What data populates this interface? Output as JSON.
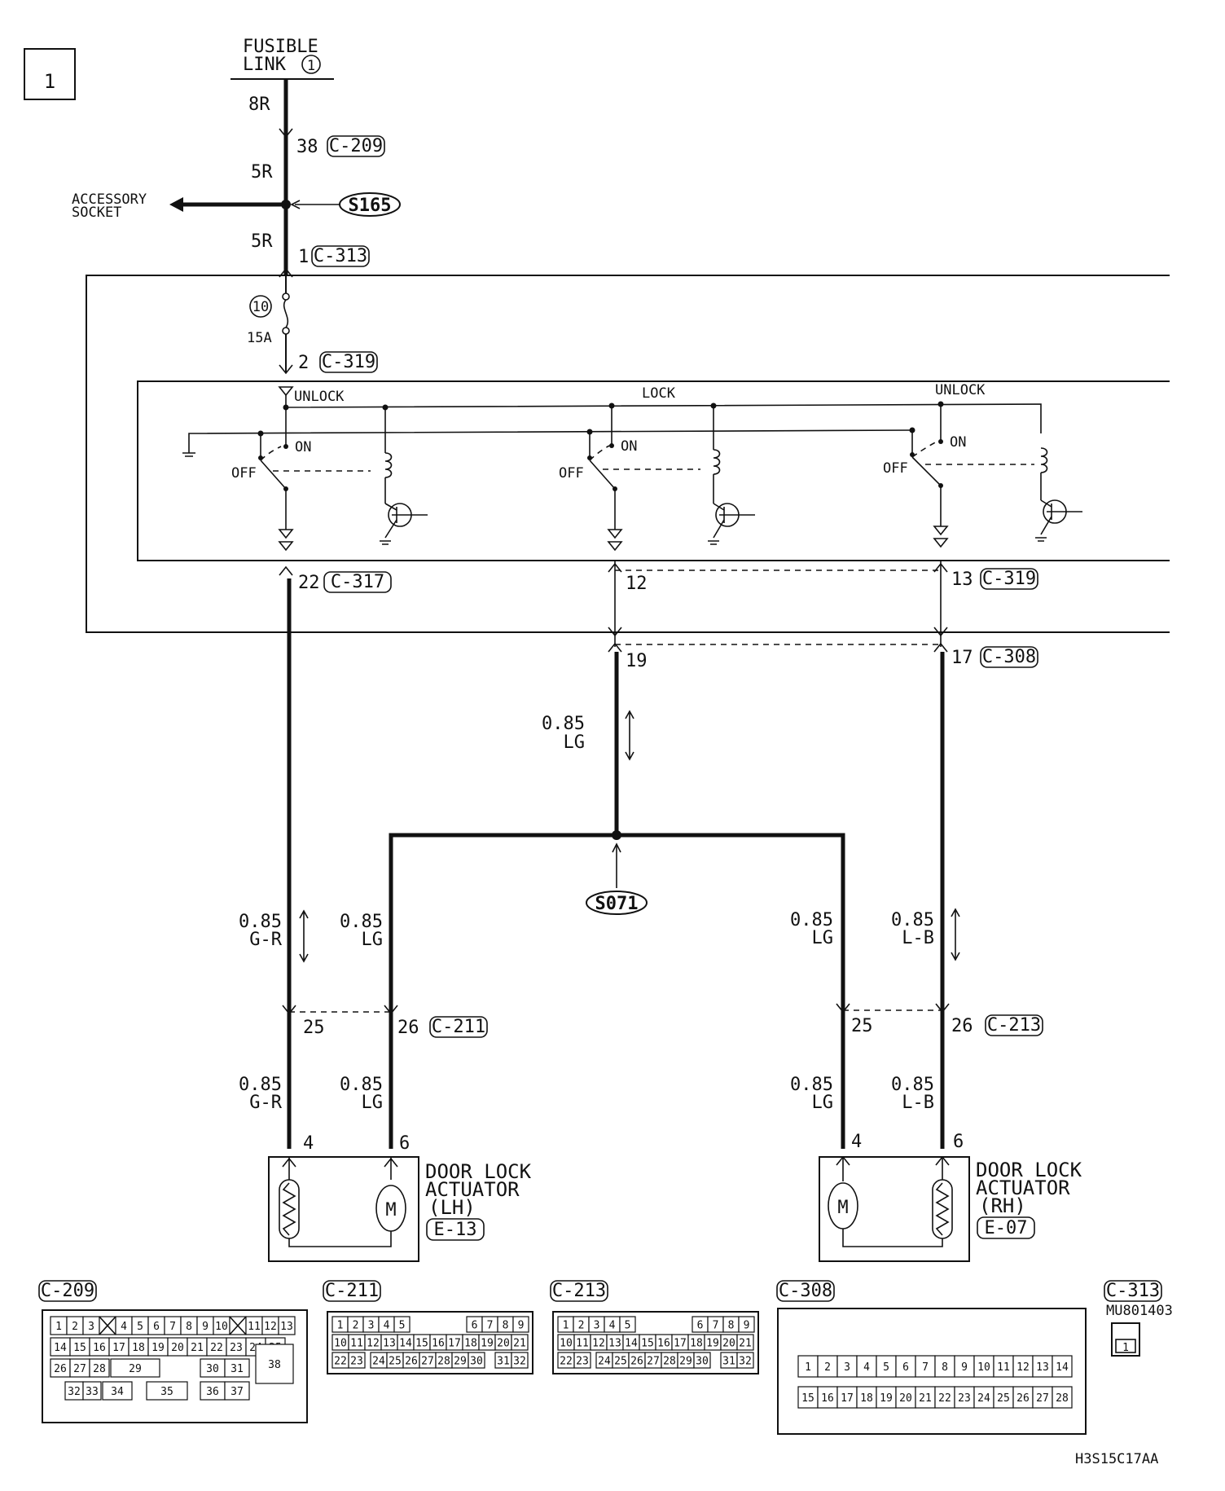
{
  "page_number": "1",
  "fusible_link": {
    "line1": "FUSIBLE",
    "line2": "LINK",
    "num": "1"
  },
  "fuse": {
    "num": "10",
    "rating": "15A"
  },
  "splices": {
    "s165": "S165",
    "s071": "S071"
  },
  "accessory": {
    "line1": "ACCESSORY",
    "line2": "SOCKET"
  },
  "wires": {
    "w8r": "8R",
    "w5r_a": "5R",
    "w5r_b": "5R",
    "gr_size": "0.85",
    "gr_color": "G-R",
    "lg_size": "0.85",
    "lg_color": "LG",
    "lb_size": "0.85",
    "lb_color": "L-B"
  },
  "pins": {
    "p38": "38",
    "p1": "1",
    "p2": "2",
    "p22": "22",
    "p12": "12",
    "p13": "13",
    "p19": "19",
    "p17": "17",
    "p25a": "25",
    "p26a": "26",
    "p25b": "25",
    "p26b": "26",
    "p4a": "4",
    "p6a": "6",
    "p4b": "4",
    "p6b": "6"
  },
  "connectors": {
    "c209": "C-209",
    "c313": "C-313",
    "c319a": "C-319",
    "c317": "C-317",
    "c319b": "C-319",
    "c308": "C-308",
    "c211": "C-211",
    "c213": "C-213"
  },
  "switch_labels": {
    "unlock_left": "UNLOCK",
    "lock": "LOCK",
    "unlock_right": "UNLOCK",
    "on": "ON",
    "off": "OFF"
  },
  "actuators": {
    "lh": {
      "line1": "DOOR LOCK",
      "line2": "ACTUATOR",
      "line3": "(LH)",
      "conn": "E-13"
    },
    "rh": {
      "line1": "DOOR LOCK",
      "line2": "ACTUATOR",
      "line3": "(RH)",
      "conn": "E-07"
    }
  },
  "views": {
    "c209": "C-209",
    "c211": "C-211",
    "c213": "C-213",
    "c308": "C-308",
    "c313": "C-313",
    "c313_part": "MU801403",
    "c313_pin": "1",
    "c209_rows": [
      [
        "1",
        "2",
        "3",
        "",
        "4",
        "5",
        "6",
        "7",
        "8",
        "9",
        "10",
        "",
        "11",
        "12",
        "13"
      ],
      [
        "14",
        "15",
        "16",
        "17",
        "18",
        "19",
        "20",
        "21",
        "22",
        "23",
        "24",
        "25"
      ],
      [
        "26",
        "27",
        "28",
        "29",
        "30",
        "31"
      ],
      [
        "32",
        "33",
        "34",
        "35",
        "36",
        "37"
      ],
      [
        "38"
      ]
    ],
    "c211_rows": [
      [
        "1",
        "2",
        "3",
        "4",
        "5",
        "6",
        "7",
        "8",
        "9"
      ],
      [
        "10",
        "11",
        "12",
        "13",
        "14",
        "15",
        "16",
        "17",
        "18",
        "19",
        "20",
        "21"
      ],
      [
        "22",
        "23",
        "24",
        "25",
        "26",
        "27",
        "28",
        "29",
        "30",
        "31",
        "32"
      ]
    ],
    "c213_rows": [
      [
        "1",
        "2",
        "3",
        "4",
        "5",
        "6",
        "7",
        "8",
        "9"
      ],
      [
        "10",
        "11",
        "12",
        "13",
        "14",
        "15",
        "16",
        "17",
        "18",
        "19",
        "20",
        "21"
      ],
      [
        "22",
        "23",
        "24",
        "25",
        "26",
        "27",
        "28",
        "29",
        "30",
        "31",
        "32"
      ]
    ],
    "c308_rows": [
      [
        "1",
        "2",
        "3",
        "4",
        "5",
        "6",
        "7",
        "8",
        "9",
        "10",
        "11",
        "12",
        "13",
        "14"
      ],
      [
        "15",
        "16",
        "17",
        "18",
        "19",
        "20",
        "21",
        "22",
        "23",
        "24",
        "25",
        "26",
        "27",
        "28"
      ]
    ]
  },
  "figure_code": "H3S15C17AA"
}
